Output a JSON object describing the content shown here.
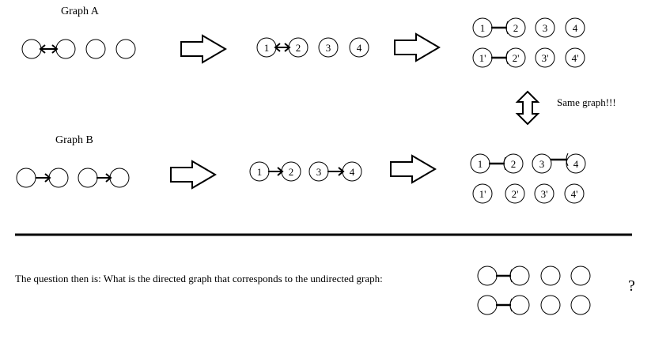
{
  "graph_a": {
    "title": "Graph A",
    "step1_nodes": [
      "",
      "",
      "",
      ""
    ],
    "step2_nodes": [
      "1",
      "2",
      "3",
      "4"
    ],
    "step3_top_nodes": [
      "1",
      "2",
      "3",
      "4"
    ],
    "step3_bottom_nodes": [
      "1'",
      "2'",
      "3'",
      "4'"
    ]
  },
  "graph_b": {
    "title": "Graph  B",
    "step1_nodes": [
      "",
      "",
      "",
      ""
    ],
    "step2_nodes": [
      "1",
      "2",
      "3",
      "4"
    ],
    "step3_top_nodes": [
      "1",
      "2",
      "3",
      "4"
    ],
    "step3_bottom_nodes": [
      "1'",
      "2'",
      "3'",
      "4'"
    ]
  },
  "same_graph_label": "Same graph!!!",
  "question_text": "The question then is: What is the directed graph that corresponds to the undirected graph:",
  "question_mark": "?",
  "colors": {
    "stroke": "#000000",
    "fill": "#ffffff"
  }
}
